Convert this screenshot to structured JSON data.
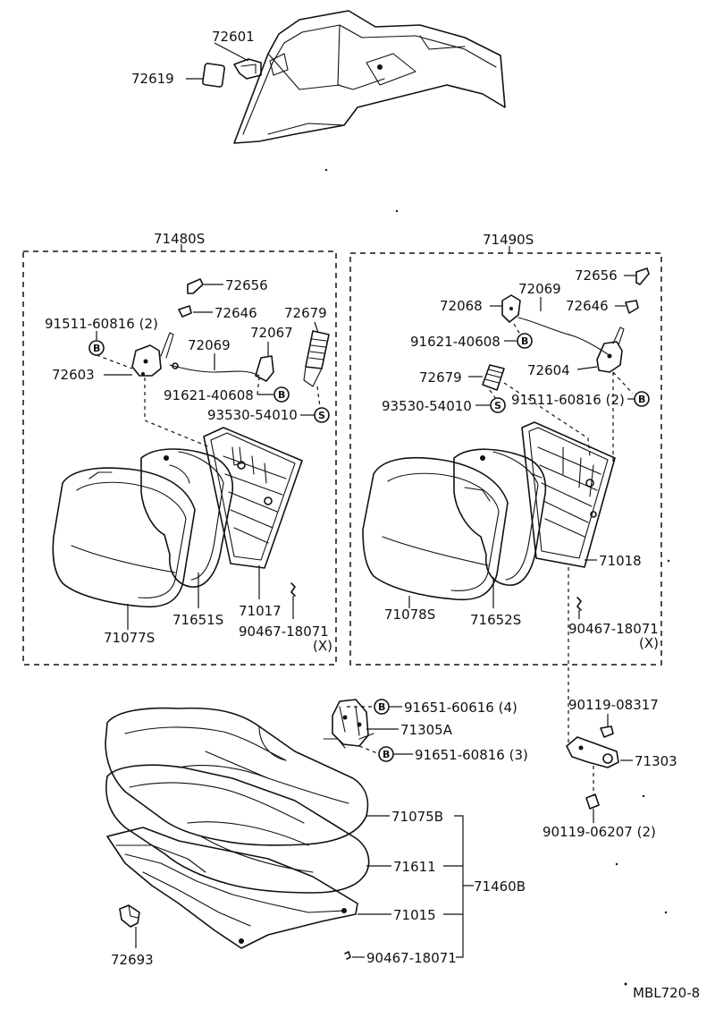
{
  "diagram_code": "MBL720-8",
  "groups": {
    "left_seatback": "71480S",
    "right_seatback": "71490S"
  },
  "labels": {
    "p72601": "72601",
    "p72619": "72619",
    "p72656_l": "72656",
    "p72646_l": "72646",
    "p91511_l": "91511-60816 (2)",
    "p72679_l": "72679",
    "p72069_l": "72069",
    "p72067": "72067",
    "p72603": "72603",
    "p91621_l": "91621-40608",
    "p93530_l": "93530-54010",
    "p71077S": "71077S",
    "p71651S": "71651S",
    "p71017": "71017",
    "p90467_l": "90467-18071",
    "x_l": "(X)",
    "p72656_r": "72656",
    "p72069_r": "72069",
    "p72068": "72068",
    "p72646_r": "72646",
    "p91621_r": "91621-40608",
    "p72679_r": "72679",
    "p72604": "72604",
    "p93530_r": "93530-54010",
    "p91511_r": "91511-60816 (2)",
    "p71018": "71018",
    "p71078S": "71078S",
    "p71652S": "71652S",
    "p90467_r": "90467-18071",
    "x_r": "(X)",
    "p91651_4": "91651-60616 (4)",
    "p71305A": "71305A",
    "p91651_3": "91651-60816 (3)",
    "p90119_08317": "90119-08317",
    "p71303": "71303",
    "p90119_06207": "90119-06207 (2)",
    "p71075B": "71075B",
    "p71611": "71611",
    "p71460B": "71460B",
    "p71015": "71015",
    "p72693": "72693",
    "p90467_b": "90467-18071"
  },
  "symbols": {
    "bolt": "B",
    "screw": "S"
  }
}
